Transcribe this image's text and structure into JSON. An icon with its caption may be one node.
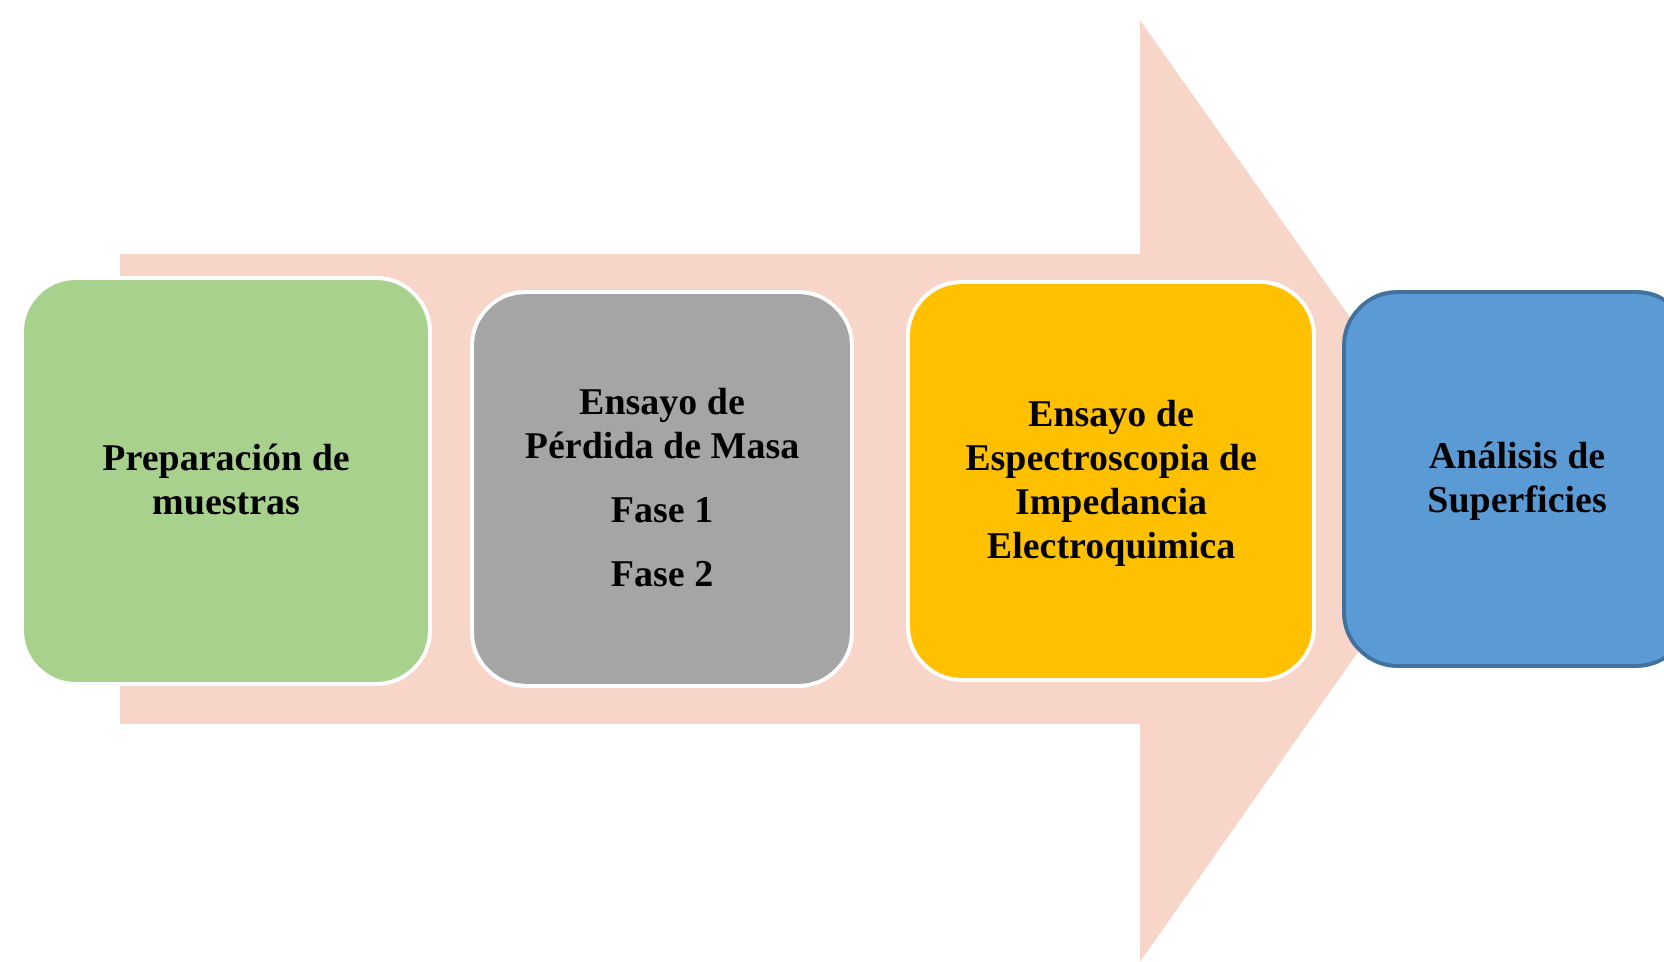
{
  "diagram": {
    "nodes": [
      {
        "text": [
          "Preparación de muestras"
        ]
      },
      {
        "text": [
          "Ensayo de Pérdida de Masa",
          "Fase 1",
          "Fase 2"
        ]
      },
      {
        "text": [
          "Ensayo de Espectroscopia de Impedancia Electroquimica"
        ]
      },
      {
        "text": [
          "Análisis de Superficies"
        ]
      }
    ],
    "edges": [
      {
        "from": 0,
        "to": 3,
        "arrow": "to"
      }
    ]
  }
}
